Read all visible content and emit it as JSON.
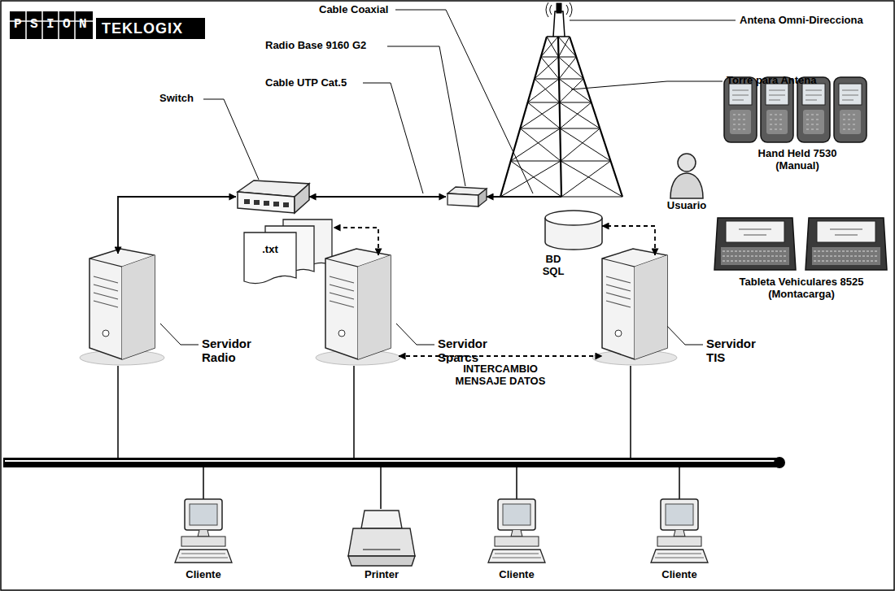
{
  "diagram": {
    "nodes": [
      {
        "text": [
          "Switch"
        ]
      },
      {
        "text": [
          "Radio Base 9160 G2"
        ]
      },
      {
        "text": [
          "Torre para Antena"
        ]
      },
      {
        "text": [
          "Hand Held 7530 (Manual)"
        ]
      },
      {
        "text": [
          "Usuario"
        ]
      },
      {
        "text": [
          "Tableta Vehiculares 8525 (Montacarga)"
        ]
      },
      {
        "text": [
          ".txt"
        ]
      },
      {
        "text": [
          "BD SQL"
        ]
      },
      {
        "text": [
          "Servidor Radio"
        ]
      },
      {
        "text": [
          "Servidor Sparcs"
        ]
      },
      {
        "text": [
          "Servidor TIS"
        ]
      },
      {
        "text": [
          "Cliente"
        ]
      },
      {
        "text": [
          "Printer"
        ]
      },
      {
        "text": [
          "Cliente"
        ]
      },
      {
        "text": [
          "Cliente"
        ]
      }
    ],
    "edges": [
      {
        "from": 0,
        "to": 8,
        "arrow": "both"
      },
      {
        "from": 0,
        "to": 1,
        "arrow": "both"
      },
      {
        "from": 2,
        "to": 1,
        "arrow": "to"
      },
      {
        "from": 9,
        "to": 6,
        "arrow": "both"
      },
      {
        "from": 10,
        "to": 7,
        "arrow": "both"
      },
      {
        "from": 9,
        "to": 10,
        "label": "INTERCAMBIO MENSAJE DATOS",
        "arrow": "both"
      }
    ],
    "labels": [
      "PSION",
      "TEKLOGIX",
      "Cable Coaxial",
      "Cable UTP Cat.5",
      "Antena Omni-Direcciona"
    ]
  }
}
